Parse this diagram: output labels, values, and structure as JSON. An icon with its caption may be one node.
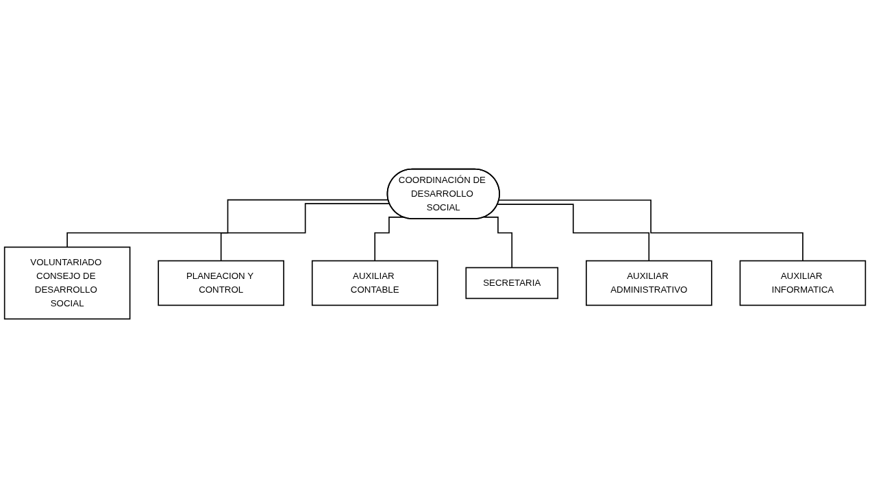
{
  "diagram": {
    "nodes": [
      {
        "text": [
          "COORDINACIÓN DE DESARROLLO SOCIAL"
        ]
      },
      {
        "text": [
          "VOLUNTARIADO CONSEJO DE DESARROLLO SOCIAL"
        ]
      },
      {
        "text": [
          "PLANEACION Y CONTROL"
        ]
      },
      {
        "text": [
          "AUXILIAR CONTABLE"
        ]
      },
      {
        "text": [
          "SECRETARIA"
        ]
      },
      {
        "text": [
          "AUXILIAR ADMINISTRATIVO"
        ]
      },
      {
        "text": [
          "AUXILIAR INFORMATICA"
        ]
      }
    ],
    "edges": [
      {
        "from": 0,
        "to": 1,
        "arrow": "none"
      },
      {
        "from": 0,
        "to": 2,
        "arrow": "none"
      },
      {
        "from": 0,
        "to": 3,
        "arrow": "none"
      },
      {
        "from": 0,
        "to": 4,
        "arrow": "none"
      },
      {
        "from": 0,
        "to": 5,
        "arrow": "none"
      },
      {
        "from": 0,
        "to": 6,
        "arrow": "none"
      }
    ]
  }
}
